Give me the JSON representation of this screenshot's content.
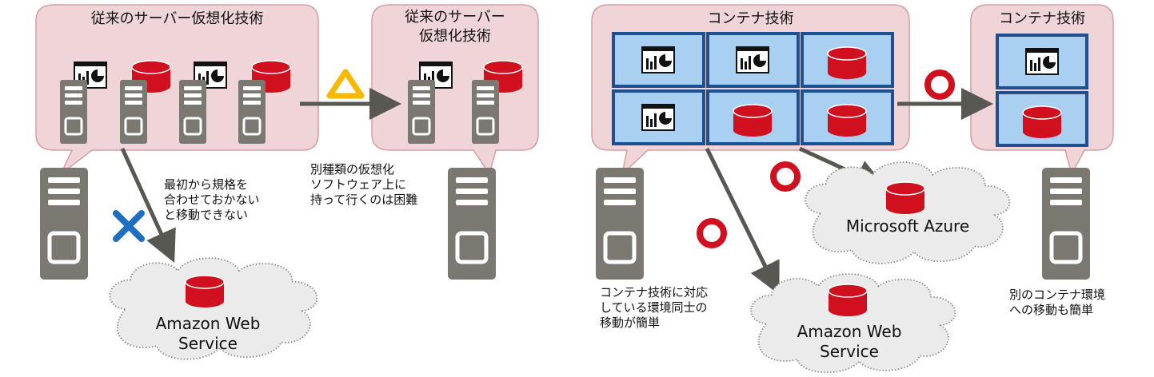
{
  "left": {
    "bubble_title": "従来のサーバー仮想化技術",
    "target_title": "従来のサーバー\n仮想化技術",
    "note_aws": "最初から規格を\n合わせておかない\nと移動できない",
    "note_other": "別種類の仮想化\nソフトウェア上に\n持って行くのは困難",
    "cloud_label": "Amazon Web\nService",
    "mark_aws": "cross",
    "mark_other": "triangle"
  },
  "right": {
    "bubble_title": "コンテナ技術",
    "target_title": "コンテナ技術",
    "note_clouds": "コンテナ技術に対応\nしている環境同士の\n移動が簡単",
    "note_target": "別のコンテナ環境\nへの移動も簡単",
    "cloud_azure": "Microsoft Azure",
    "cloud_aws": "Amazon Web\nService",
    "mark": "circle"
  },
  "colors": {
    "bubble_fill": "#f0d5d8",
    "bubble_stroke": "#d59ea6",
    "server": "#7a7870",
    "db_red": "#d0101e",
    "container_fill": "#a9d0f1",
    "container_border": "#1f4f8e",
    "arrow": "#595751",
    "cross": "#1f6fc0",
    "triangle": "#f7b800",
    "circle": "#d0101e",
    "cloud_fill": "#ebebeb"
  }
}
